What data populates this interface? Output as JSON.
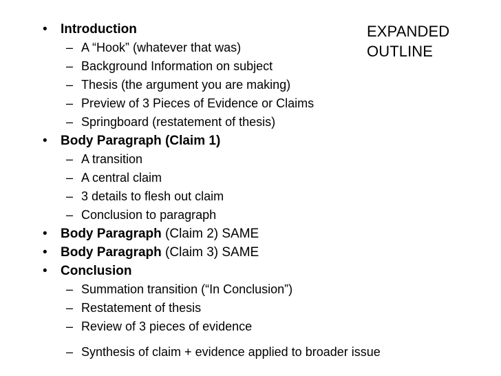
{
  "slide": {
    "title": "EXPANDED OUTLINE",
    "background_color": "#ffffff",
    "text_color": "#000000",
    "bullet_glyph_level1": "•",
    "bullet_glyph_level2": "–"
  },
  "outline": {
    "items": [
      {
        "level": 1,
        "lead": "Introduction",
        "tail": ""
      },
      {
        "level": 2,
        "lead": "A “Hook” (whatever that was)",
        "tail": ""
      },
      {
        "level": 2,
        "lead": "Background Information on subject",
        "tail": ""
      },
      {
        "level": 2,
        "lead": "Thesis (the argument you are making)",
        "tail": ""
      },
      {
        "level": 2,
        "lead": "Preview of 3 Pieces of Evidence or Claims",
        "tail": ""
      },
      {
        "level": 2,
        "lead": "Springboard (restatement of thesis)",
        "tail": ""
      },
      {
        "level": 1,
        "lead": "Body Paragraph (Claim 1)",
        "tail": ""
      },
      {
        "level": 2,
        "lead": "A transition",
        "tail": ""
      },
      {
        "level": 2,
        "lead": "A central claim",
        "tail": ""
      },
      {
        "level": 2,
        "lead": "3 details to flesh out claim",
        "tail": ""
      },
      {
        "level": 2,
        "lead": "Conclusion to paragraph",
        "tail": ""
      },
      {
        "level": 1,
        "lead": "Body Paragraph",
        "tail": " (Claim 2) SAME"
      },
      {
        "level": 1,
        "lead": "Body Paragraph",
        "tail": " (Claim 3) SAME"
      },
      {
        "level": 1,
        "lead": "Conclusion",
        "tail": ""
      },
      {
        "level": 2,
        "lead": "Summation transition (“In Conclusion”)",
        "tail": ""
      },
      {
        "level": 2,
        "lead": "Restatement of thesis",
        "tail": ""
      },
      {
        "level": 2,
        "lead": "Review of 3 pieces of evidence",
        "tail": ""
      },
      {
        "level": 2,
        "lead": "Synthesis of claim + evidence applied to broader issue",
        "tail": "",
        "gap_before": true
      }
    ]
  }
}
